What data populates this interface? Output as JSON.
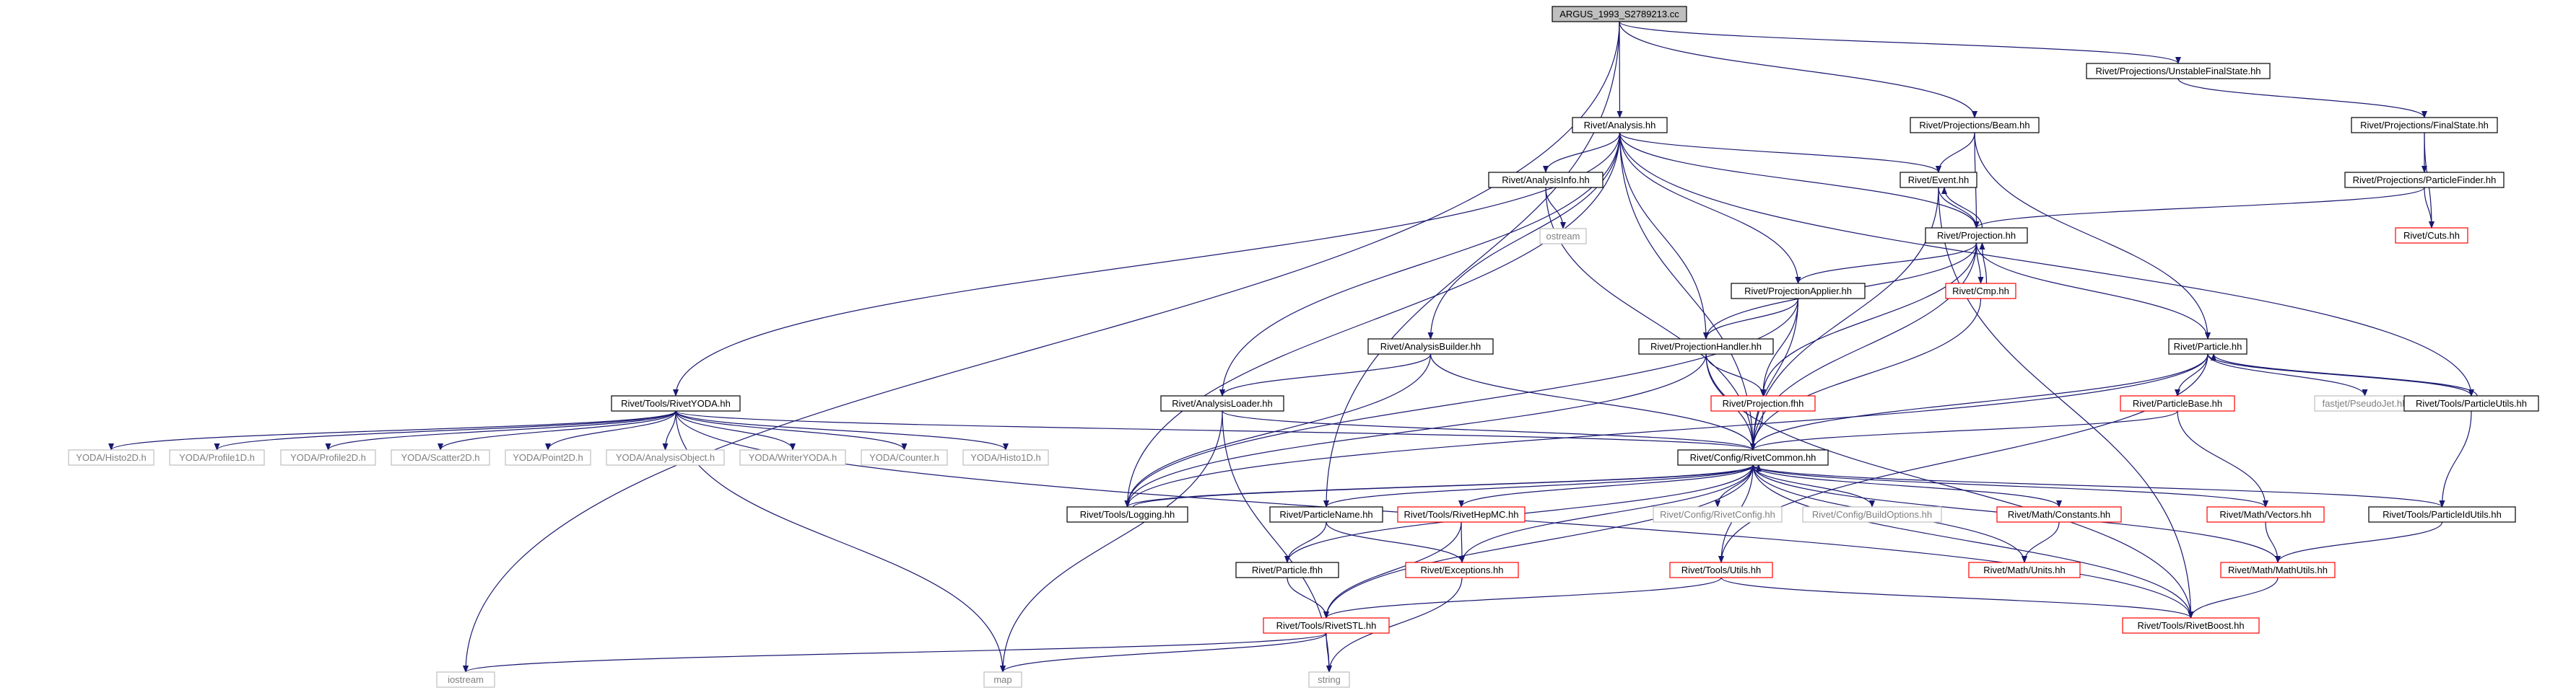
{
  "graph": {
    "root": "ARGUS_1993_S2789213.cc",
    "colors": {
      "edge": "#191970",
      "edge_light": "#a9a9a9",
      "box_normal": "#000000",
      "box_incomplete": "#ff0000",
      "box_external": "#bfbfbf",
      "root_fill": "#bfbfbf",
      "text_normal": "#000000",
      "text_external": "#7f7f7f"
    },
    "nodes": [
      {
        "id": "argus",
        "label": "ARGUS_1993_S2789213.cc",
        "kind": "root"
      },
      {
        "id": "ufs",
        "label": "Rivet/Projections/UnstableFinalState.hh",
        "kind": "normal"
      },
      {
        "id": "analysis",
        "label": "Rivet/Analysis.hh",
        "kind": "normal"
      },
      {
        "id": "beam",
        "label": "Rivet/Projections/Beam.hh",
        "kind": "normal"
      },
      {
        "id": "finalstate",
        "label": "Rivet/Projections/FinalState.hh",
        "kind": "normal"
      },
      {
        "id": "analysisinfo",
        "label": "Rivet/AnalysisInfo.hh",
        "kind": "normal"
      },
      {
        "id": "event",
        "label": "Rivet/Event.hh",
        "kind": "normal"
      },
      {
        "id": "pfinder",
        "label": "Rivet/Projections/ParticleFinder.hh",
        "kind": "normal"
      },
      {
        "id": "ostream",
        "label": "ostream",
        "kind": "external"
      },
      {
        "id": "projection",
        "label": "Rivet/Projection.hh",
        "kind": "normal"
      },
      {
        "id": "cuts",
        "label": "Rivet/Cuts.hh",
        "kind": "incomplete"
      },
      {
        "id": "cmp",
        "label": "Rivet/Cmp.hh",
        "kind": "incomplete"
      },
      {
        "id": "papplier",
        "label": "Rivet/ProjectionApplier.hh",
        "kind": "normal"
      },
      {
        "id": "abuilder",
        "label": "Rivet/AnalysisBuilder.hh",
        "kind": "normal"
      },
      {
        "id": "phandler",
        "label": "Rivet/ProjectionHandler.hh",
        "kind": "normal"
      },
      {
        "id": "particle",
        "label": "Rivet/Particle.hh",
        "kind": "normal"
      },
      {
        "id": "rivetyoda",
        "label": "Rivet/Tools/RivetYODA.hh",
        "kind": "normal"
      },
      {
        "id": "aloader",
        "label": "Rivet/AnalysisLoader.hh",
        "kind": "normal"
      },
      {
        "id": "projfhh",
        "label": "Rivet/Projection.fhh",
        "kind": "incomplete"
      },
      {
        "id": "pbase",
        "label": "Rivet/ParticleBase.hh",
        "kind": "incomplete"
      },
      {
        "id": "fastjet",
        "label": "fastjet/PseudoJet.hh",
        "kind": "external"
      },
      {
        "id": "putils",
        "label": "Rivet/Tools/ParticleUtils.hh",
        "kind": "normal"
      },
      {
        "id": "histo2d",
        "label": "YODA/Histo2D.h",
        "kind": "external"
      },
      {
        "id": "profile1d",
        "label": "YODA/Profile1D.h",
        "kind": "external"
      },
      {
        "id": "profile2d",
        "label": "YODA/Profile2D.h",
        "kind": "external"
      },
      {
        "id": "scatter2d",
        "label": "YODA/Scatter2D.h",
        "kind": "external"
      },
      {
        "id": "point2d",
        "label": "YODA/Point2D.h",
        "kind": "external"
      },
      {
        "id": "aobject",
        "label": "YODA/AnalysisObject.h",
        "kind": "external"
      },
      {
        "id": "writeryoda",
        "label": "YODA/WriterYODA.h",
        "kind": "external"
      },
      {
        "id": "counter",
        "label": "YODA/Counter.h",
        "kind": "external"
      },
      {
        "id": "histo1d",
        "label": "YODA/Histo1D.h",
        "kind": "external"
      },
      {
        "id": "common",
        "label": "Rivet/Config/RivetCommon.hh",
        "kind": "normal"
      },
      {
        "id": "logging",
        "label": "Rivet/Tools/Logging.hh",
        "kind": "normal"
      },
      {
        "id": "pname",
        "label": "Rivet/ParticleName.hh",
        "kind": "normal"
      },
      {
        "id": "hepmc",
        "label": "Rivet/Tools/RivetHepMC.hh",
        "kind": "incomplete"
      },
      {
        "id": "rconfig",
        "label": "Rivet/Config/RivetConfig.hh",
        "kind": "external"
      },
      {
        "id": "buildopts",
        "label": "Rivet/Config/BuildOptions.hh",
        "kind": "external"
      },
      {
        "id": "constants",
        "label": "Rivet/Math/Constants.hh",
        "kind": "incomplete"
      },
      {
        "id": "vectors",
        "label": "Rivet/Math/Vectors.hh",
        "kind": "incomplete"
      },
      {
        "id": "pidutils",
        "label": "Rivet/Tools/ParticleIdUtils.hh",
        "kind": "normal"
      },
      {
        "id": "particlefhh",
        "label": "Rivet/Particle.fhh",
        "kind": "normal"
      },
      {
        "id": "exceptions",
        "label": "Rivet/Exceptions.hh",
        "kind": "incomplete"
      },
      {
        "id": "utils",
        "label": "Rivet/Tools/Utils.hh",
        "kind": "incomplete"
      },
      {
        "id": "units",
        "label": "Rivet/Math/Units.hh",
        "kind": "incomplete"
      },
      {
        "id": "mathutils",
        "label": "Rivet/Math/MathUtils.hh",
        "kind": "incomplete"
      },
      {
        "id": "rivetstl",
        "label": "Rivet/Tools/RivetSTL.hh",
        "kind": "incomplete"
      },
      {
        "id": "rivetboost",
        "label": "Rivet/Tools/RivetBoost.hh",
        "kind": "incomplete"
      },
      {
        "id": "iostream",
        "label": "iostream",
        "kind": "external"
      },
      {
        "id": "map",
        "label": "map",
        "kind": "external"
      },
      {
        "id": "string",
        "label": "string",
        "kind": "external"
      }
    ],
    "edges": [
      [
        "argus",
        "iostream"
      ],
      [
        "argus",
        "analysis"
      ],
      [
        "argus",
        "pname"
      ],
      [
        "argus",
        "beam"
      ],
      [
        "argus",
        "ufs"
      ],
      [
        "ufs",
        "finalstate"
      ],
      [
        "finalstate",
        "pfinder"
      ],
      [
        "finalstate",
        "cuts"
      ],
      [
        "pfinder",
        "projection"
      ],
      [
        "pfinder",
        "cuts"
      ],
      [
        "beam",
        "event"
      ],
      [
        "beam",
        "projection"
      ],
      [
        "beam",
        "particle"
      ],
      [
        "analysis",
        "rivetyoda"
      ],
      [
        "analysis",
        "aloader"
      ],
      [
        "analysis",
        "logging"
      ],
      [
        "analysis",
        "abuilder"
      ],
      [
        "analysis",
        "analysisinfo"
      ],
      [
        "analysis",
        "common"
      ],
      [
        "analysis",
        "phandler"
      ],
      [
        "analysis",
        "papplier"
      ],
      [
        "analysis",
        "projection"
      ],
      [
        "analysis",
        "event"
      ],
      [
        "analysis",
        "putils"
      ],
      [
        "analysisinfo",
        "ostream"
      ],
      [
        "analysisinfo",
        "common"
      ],
      [
        "event",
        "projection"
      ],
      [
        "event",
        "common"
      ],
      [
        "event",
        "rivetboost"
      ],
      [
        "projection",
        "event"
      ],
      [
        "projection",
        "cmp"
      ],
      [
        "projection",
        "papplier"
      ],
      [
        "projection",
        "phandler"
      ],
      [
        "projection",
        "projfhh"
      ],
      [
        "projection",
        "common"
      ],
      [
        "projection",
        "particle"
      ],
      [
        "cmp",
        "projection"
      ],
      [
        "cmp",
        "common"
      ],
      [
        "papplier",
        "phandler"
      ],
      [
        "papplier",
        "projfhh"
      ],
      [
        "papplier",
        "common"
      ],
      [
        "papplier",
        "logging"
      ],
      [
        "phandler",
        "projfhh"
      ],
      [
        "phandler",
        "common"
      ],
      [
        "phandler",
        "logging"
      ],
      [
        "phandler",
        "rivetboost"
      ],
      [
        "projfhh",
        "common"
      ],
      [
        "abuilder",
        "aloader"
      ],
      [
        "abuilder",
        "common"
      ],
      [
        "abuilder",
        "logging"
      ],
      [
        "aloader",
        "common"
      ],
      [
        "aloader",
        "map"
      ],
      [
        "aloader",
        "string"
      ],
      [
        "particle",
        "pbase"
      ],
      [
        "particle",
        "fastjet"
      ],
      [
        "particle",
        "putils"
      ],
      [
        "particle",
        "common"
      ],
      [
        "particle",
        "logging"
      ],
      [
        "particle",
        "utils"
      ],
      [
        "pbase",
        "common"
      ],
      [
        "pbase",
        "vectors"
      ],
      [
        "putils",
        "particle"
      ],
      [
        "putils",
        "pidutils"
      ],
      [
        "pidutils",
        "mathutils"
      ],
      [
        "rivetyoda",
        "histo2d"
      ],
      [
        "rivetyoda",
        "profile1d"
      ],
      [
        "rivetyoda",
        "profile2d"
      ],
      [
        "rivetyoda",
        "scatter2d"
      ],
      [
        "rivetyoda",
        "point2d"
      ],
      [
        "rivetyoda",
        "aobject"
      ],
      [
        "rivetyoda",
        "writeryoda"
      ],
      [
        "rivetyoda",
        "counter"
      ],
      [
        "rivetyoda",
        "histo1d"
      ],
      [
        "rivetyoda",
        "common"
      ],
      [
        "rivetyoda",
        "map"
      ],
      [
        "rivetyoda",
        "rivetboost"
      ],
      [
        "common",
        "logging"
      ],
      [
        "common",
        "pname"
      ],
      [
        "common",
        "particlefhh"
      ],
      [
        "common",
        "hepmc"
      ],
      [
        "common",
        "rconfig"
      ],
      [
        "common",
        "buildopts"
      ],
      [
        "common",
        "constants"
      ],
      [
        "common",
        "vectors"
      ],
      [
        "common",
        "pidutils"
      ],
      [
        "common",
        "exceptions"
      ],
      [
        "common",
        "utils"
      ],
      [
        "common",
        "units"
      ],
      [
        "common",
        "mathutils"
      ],
      [
        "common",
        "rivetstl"
      ],
      [
        "common",
        "rivetboost"
      ],
      [
        "logging",
        "common"
      ],
      [
        "pname",
        "particlefhh"
      ],
      [
        "pname",
        "exceptions"
      ],
      [
        "hepmc",
        "exceptions"
      ],
      [
        "hepmc",
        "rivetstl"
      ],
      [
        "particlefhh",
        "rivetstl"
      ],
      [
        "constants",
        "units"
      ],
      [
        "vectors",
        "mathutils"
      ],
      [
        "exceptions",
        "string"
      ],
      [
        "utils",
        "rivetstl"
      ],
      [
        "utils",
        "rivetboost"
      ],
      [
        "mathutils",
        "rivetboost"
      ],
      [
        "rivetstl",
        "iostream"
      ],
      [
        "rivetstl",
        "map"
      ],
      [
        "rivetstl",
        "string"
      ]
    ]
  }
}
